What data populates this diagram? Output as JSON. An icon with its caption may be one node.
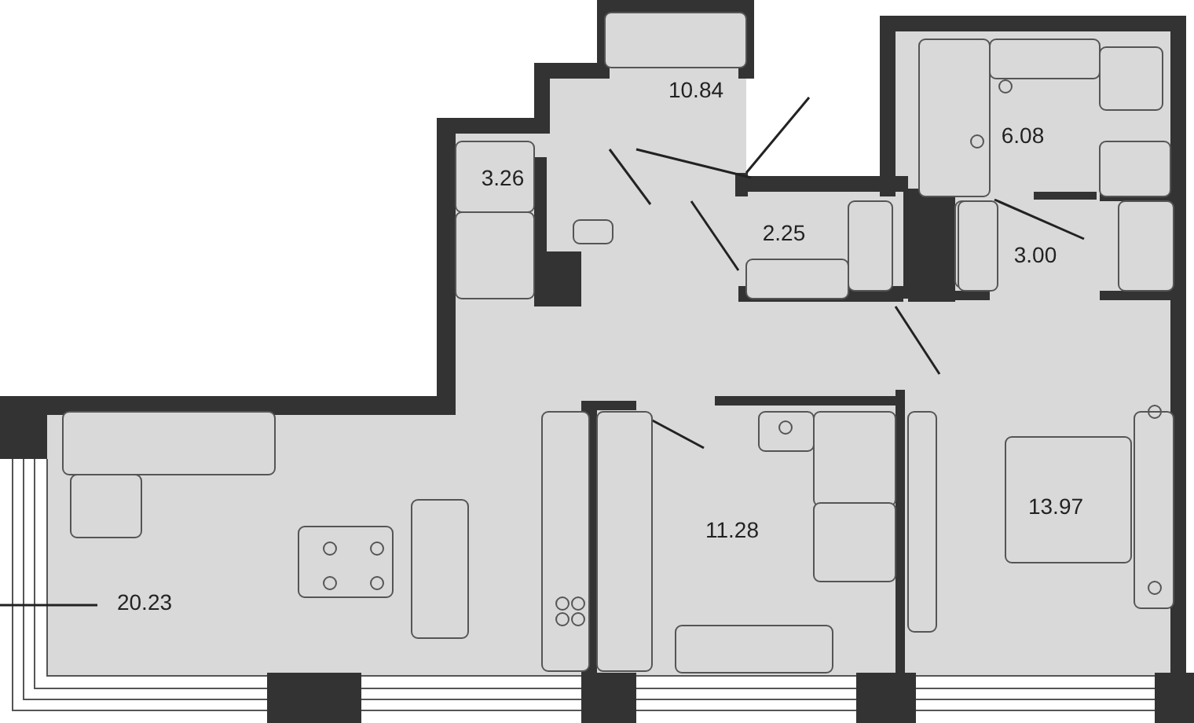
{
  "diagram": {
    "labels": [
      "10.84",
      "6.08",
      "3.26",
      "2.25",
      "3.00",
      "13.97",
      "11.28",
      "20.23"
    ]
  }
}
